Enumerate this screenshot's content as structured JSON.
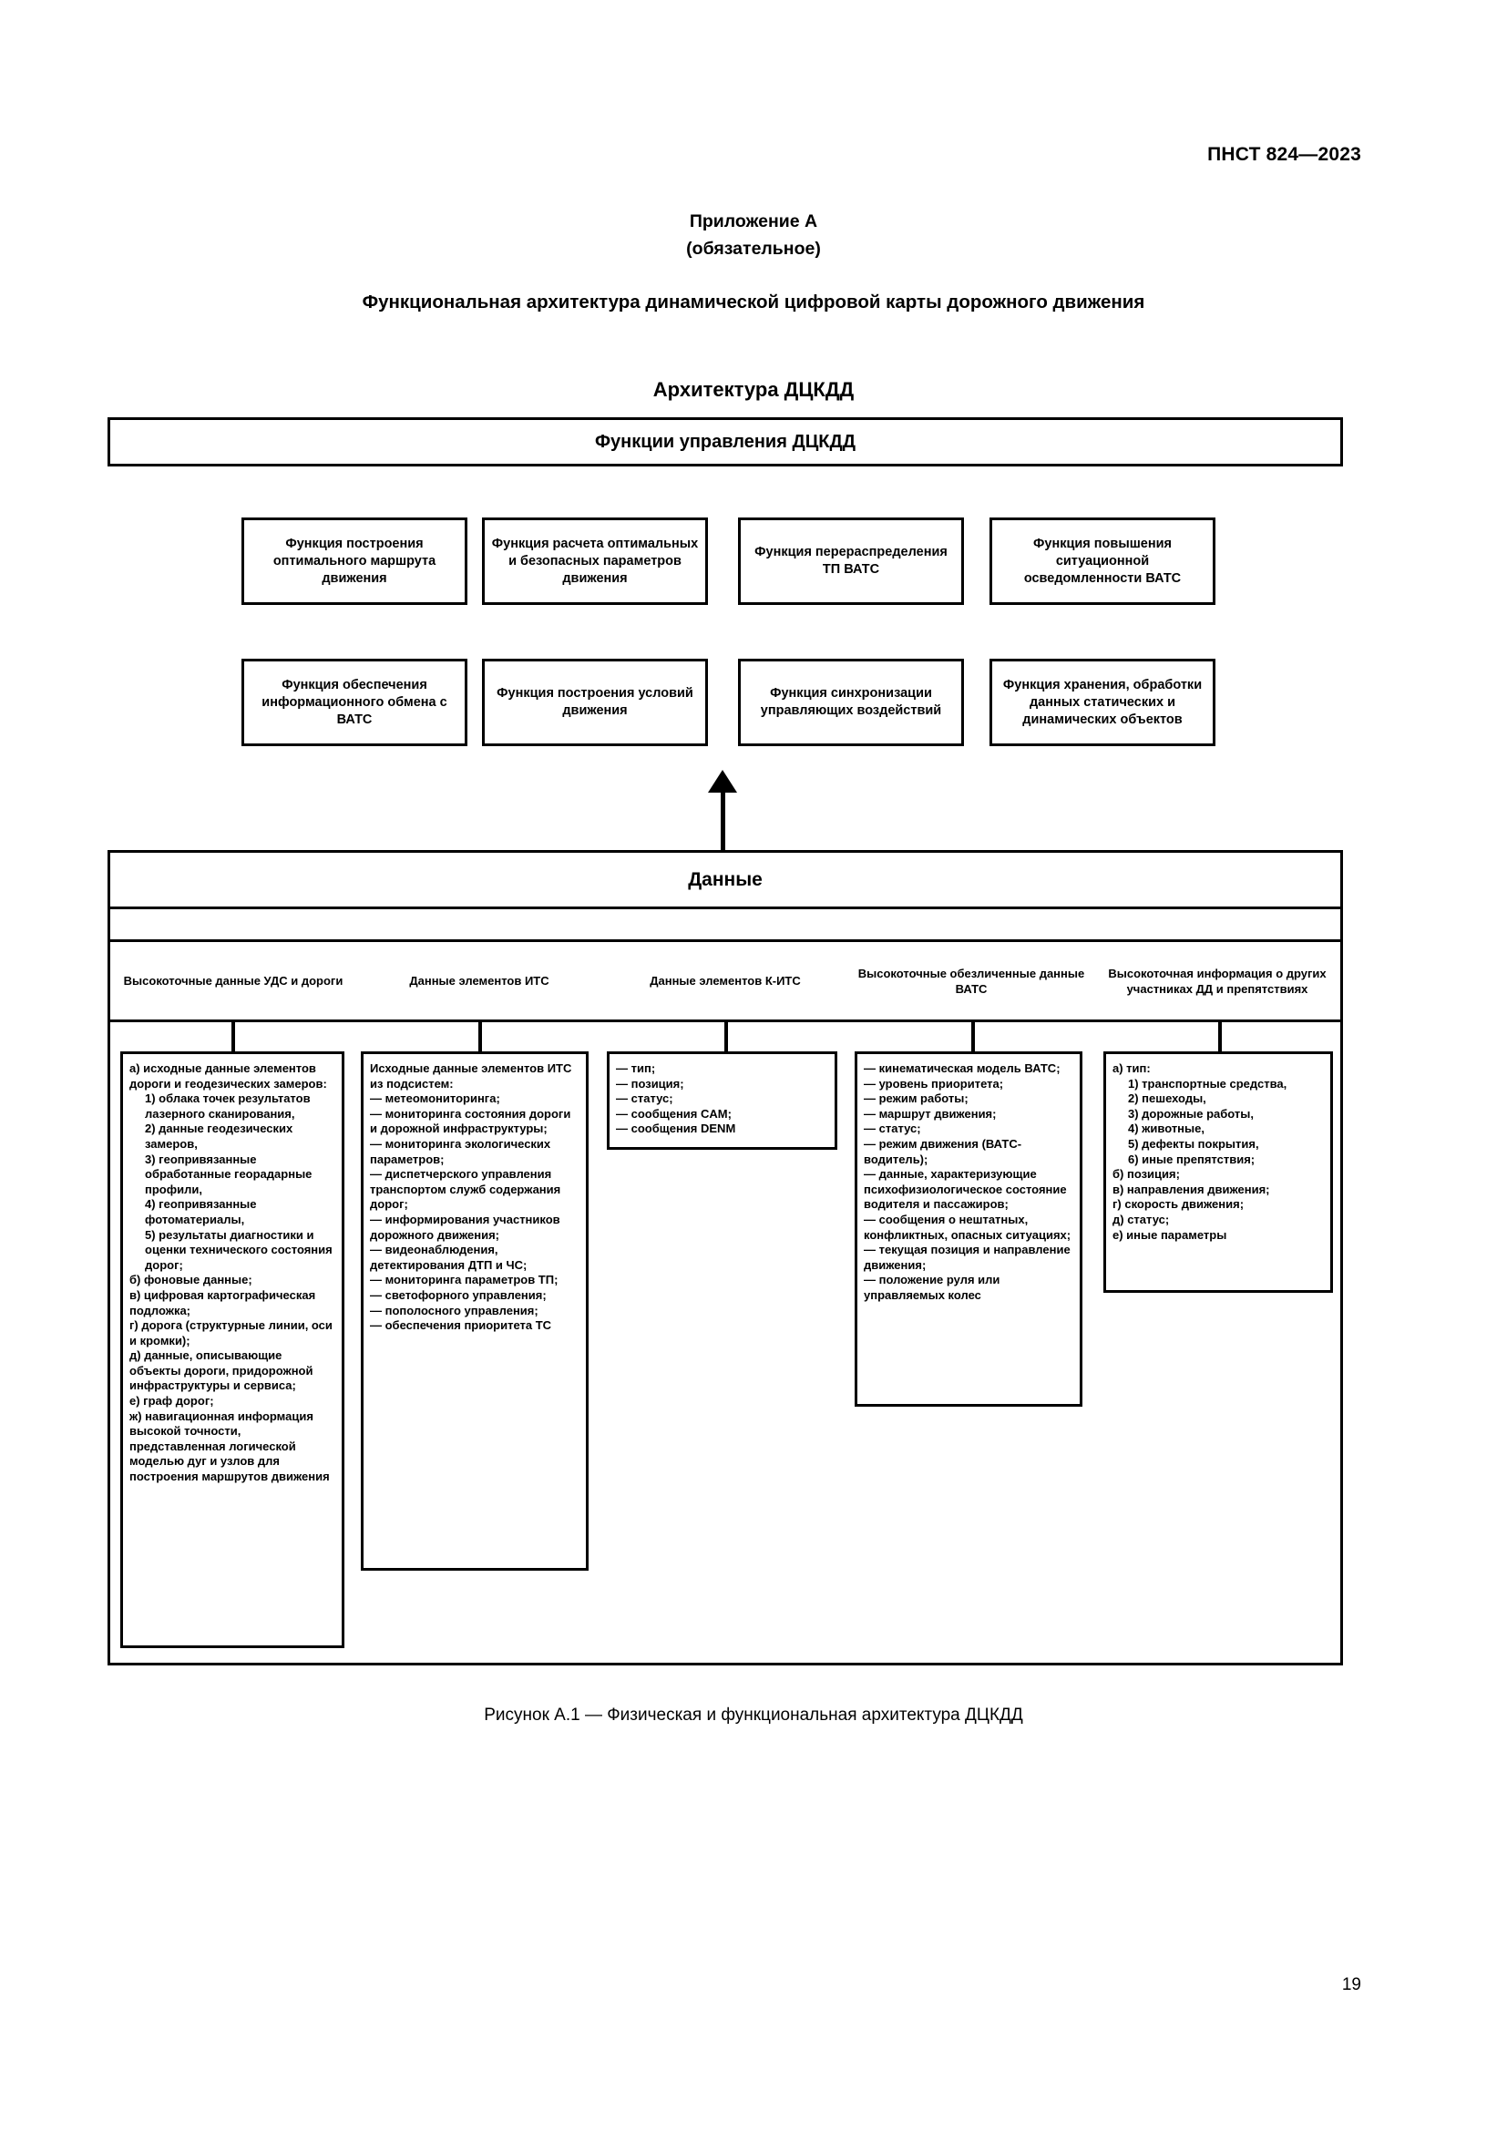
{
  "document": {
    "standard_ref": "ПНСТ 824—2023",
    "page_number": "19"
  },
  "annex": {
    "label": "Приложение А",
    "mandatory": "(обязательное)",
    "title": "Функциональная архитектура динамической цифровой карты дорожного движения"
  },
  "diagram": {
    "title": "Архитектура ДЦКДД",
    "management_bar": "Функции управления ДЦКДД",
    "functions": [
      "Функция построения оптимального маршрута движения",
      "Функция расчета оптимальных и безопасных параметров движения",
      "Функция перераспределения ТП ВАТС",
      "Функция повышения ситуационной осведомленности ВАТС",
      "Функция обеспечения информационного обмена с ВАТС",
      "Функция построения условий движения",
      "Функция синхронизации управляющих воздействий",
      "Функция хранения, обработки данных статических и динамических объектов"
    ],
    "data_title": "Данные",
    "columns": [
      {
        "header": "Высокоточные данные УДС и дороги",
        "lines": [
          {
            "text": "а) исходные данные элементов дороги и геодезических замеров:",
            "indent": false
          },
          {
            "text": "1) облака точек результатов лазерного сканирования,",
            "indent": true
          },
          {
            "text": "2) данные геодезических замеров,",
            "indent": true
          },
          {
            "text": "3) геопривязанные обработанные георадарные профили,",
            "indent": true
          },
          {
            "text": "4) геопривязанные фотоматериалы,",
            "indent": true
          },
          {
            "text": "5) результаты диагностики и оценки технического состояния дорог;",
            "indent": true
          },
          {
            "text": "б) фоновые данные;",
            "indent": false
          },
          {
            "text": "в) цифровая картографическая подложка;",
            "indent": false
          },
          {
            "text": "г) дорога (структурные линии, оси и кромки);",
            "indent": false
          },
          {
            "text": "д) данные, описывающие объекты дороги, придорожной инфраструктуры и сервиса;",
            "indent": false
          },
          {
            "text": "е) граф дорог;",
            "indent": false
          },
          {
            "text": "ж) навигационная информация высокой точности, представленная логической моделью дуг и узлов для построения маршрутов движения",
            "indent": false
          }
        ]
      },
      {
        "header": "Данные элементов ИТС",
        "lines": [
          {
            "text": "Исходные данные элементов ИТС из подсистем:",
            "indent": false
          },
          {
            "text": "— метеомониторинга;",
            "indent": false
          },
          {
            "text": "— мониторинга состояния дороги и дорожной инфраструктуры;",
            "indent": false
          },
          {
            "text": "— мониторинга экологических параметров;",
            "indent": false
          },
          {
            "text": "— диспетчерского управления транспортом служб содержания дорог;",
            "indent": false
          },
          {
            "text": "— информирования участников дорожного движения;",
            "indent": false
          },
          {
            "text": "— видеонаблюдения, детектирования ДТП и ЧС;",
            "indent": false
          },
          {
            "text": "— мониторинга параметров ТП;",
            "indent": false
          },
          {
            "text": "— светофорного управления;",
            "indent": false
          },
          {
            "text": "— пополосного управления;",
            "indent": false
          },
          {
            "text": "— обеспечения приоритета ТС",
            "indent": false
          }
        ]
      },
      {
        "header": "Данные элементов К-ИТС",
        "lines": [
          {
            "text": "— тип;",
            "indent": false
          },
          {
            "text": "— позиция;",
            "indent": false
          },
          {
            "text": "— статус;",
            "indent": false
          },
          {
            "text": "— сообщения CAM;",
            "indent": false
          },
          {
            "text": "— сообщения DENM",
            "indent": false
          }
        ]
      },
      {
        "header": "Высокоточные обезличенные данные ВАТС",
        "lines": [
          {
            "text": "— кинематическая модель ВАТС;",
            "indent": false
          },
          {
            "text": "— уровень приоритета;",
            "indent": false
          },
          {
            "text": "— режим работы;",
            "indent": false
          },
          {
            "text": "— маршрут движения;",
            "indent": false
          },
          {
            "text": "— статус;",
            "indent": false
          },
          {
            "text": "— режим движения (ВАТС-водитель);",
            "indent": false
          },
          {
            "text": "— данные, характеризующие психофизиологическое состояние водителя и пассажиров;",
            "indent": false
          },
          {
            "text": "— сообщения о нештатных, конфликтных, опасных ситуациях;",
            "indent": false
          },
          {
            "text": "— текущая позиция и направление движения;",
            "indent": false
          },
          {
            "text": "— положение руля или управляемых колес",
            "indent": false
          }
        ]
      },
      {
        "header": "Высокоточная информация о других участниках ДД и препятствиях",
        "lines": [
          {
            "text": "а) тип:",
            "indent": false
          },
          {
            "text": "1) транспортные средства,",
            "indent": true
          },
          {
            "text": "2) пешеходы,",
            "indent": true
          },
          {
            "text": "3) дорожные работы,",
            "indent": true
          },
          {
            "text": "4) животные,",
            "indent": true
          },
          {
            "text": "5) дефекты покрытия,",
            "indent": true
          },
          {
            "text": "6) иные препятствия;",
            "indent": true
          },
          {
            "text": "б) позиция;",
            "indent": false
          },
          {
            "text": "в) направления движения;",
            "indent": false
          },
          {
            "text": "г) скорость движения;",
            "indent": false
          },
          {
            "text": "д) статус;",
            "indent": false
          },
          {
            "text": "е) иные параметры",
            "indent": false
          }
        ]
      }
    ]
  },
  "figure_caption": "Рисунок А.1 — Физическая и функциональная архитектура ДЦКДД"
}
